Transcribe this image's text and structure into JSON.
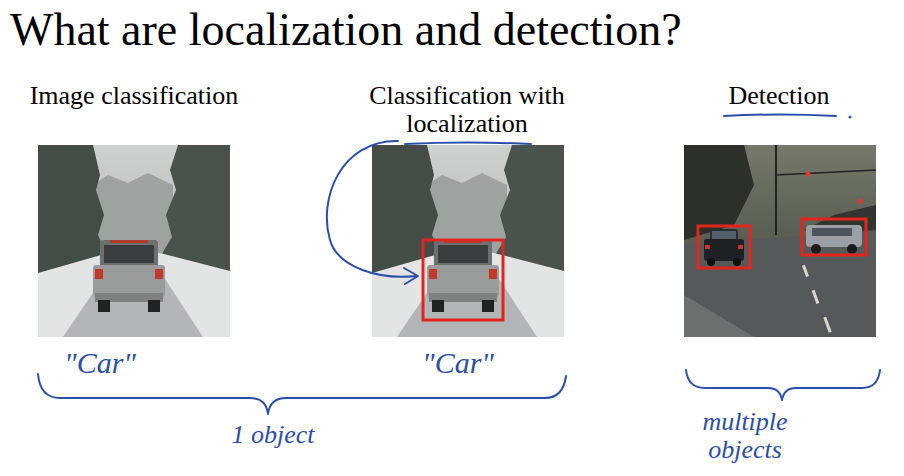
{
  "diagram": {
    "title": "What are localization and detection?",
    "labels": [
      "Image classification",
      "Classification with localization",
      "Detection",
      "\"Car\"",
      "\"Car\"",
      "1 object",
      "multiple objects"
    ]
  }
}
